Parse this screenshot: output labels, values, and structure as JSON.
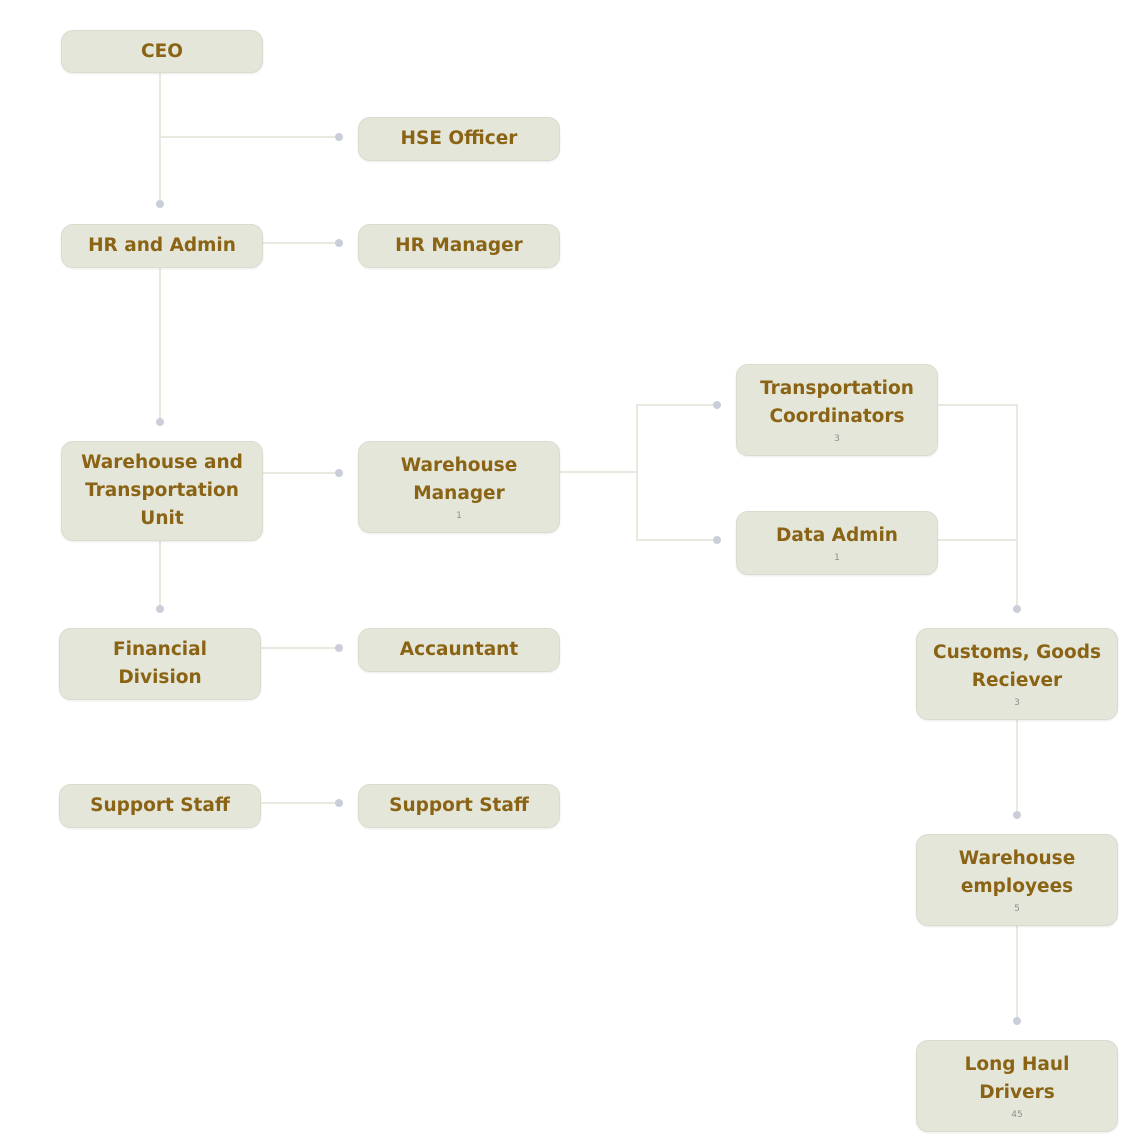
{
  "nodes": {
    "ceo": {
      "title": "CEO",
      "count": ""
    },
    "hse_officer": {
      "title": "HSE Officer",
      "count": ""
    },
    "hr_admin": {
      "title": "HR and Admin",
      "count": ""
    },
    "hr_manager": {
      "title": "HR Manager",
      "count": ""
    },
    "warehouse_unit": {
      "title": "Warehouse and Transportation Unit",
      "count": ""
    },
    "warehouse_manager": {
      "title": "Warehouse Manager",
      "count": "1"
    },
    "transport_coordinators": {
      "title": "Transportation Coordinators",
      "count": "3"
    },
    "data_admin": {
      "title": "Data Admin",
      "count": "1"
    },
    "financial_division": {
      "title": "Financial Division",
      "count": ""
    },
    "accountant": {
      "title": "Accauntant",
      "count": ""
    },
    "support_staff_left": {
      "title": "Support Staff",
      "count": ""
    },
    "support_staff_right": {
      "title": "Support Staff",
      "count": ""
    },
    "customs_receiver": {
      "title": "Customs, Goods Reciever",
      "count": "3"
    },
    "warehouse_employees": {
      "title": "Warehouse employees",
      "count": "5"
    },
    "long_haul_drivers": {
      "title": "Long Haul Drivers",
      "count": "45"
    }
  },
  "colors": {
    "node_fill": "#e4e6d9",
    "node_text": "#8a6414",
    "connector": "#e8e9df",
    "connector_dot": "#c9ced8",
    "count_text": "#8f8f8f"
  }
}
